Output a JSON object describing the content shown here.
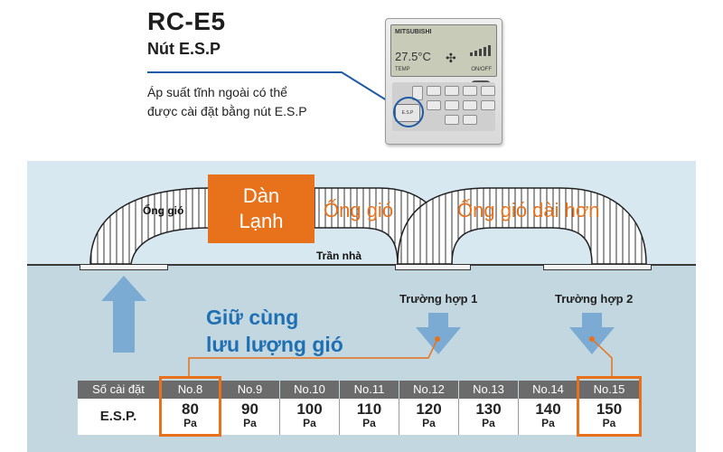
{
  "header": {
    "model": "RC-E5",
    "button_name": "Nút E.S.P",
    "description_line1": "Áp suất tĩnh ngoài có thể",
    "description_line2": "được cài đặt bằng nút E.S.P"
  },
  "remote": {
    "brand": "MITSUBISHI",
    "temperature": "27.5°C",
    "temp_label": "TEMP",
    "onoff_label": "ON/OFF",
    "esp_key_label": "E.S.P"
  },
  "diagram": {
    "indoor_unit_line1": "Dàn",
    "indoor_unit_line2": "Lạnh",
    "duct_left": "Ống gió",
    "duct_middle": "Ống gió",
    "duct_longer": "Ống gió dài hơn",
    "ceiling": "Trần nhà",
    "keep_line1": "Giữ cùng",
    "keep_line2": "lưu lượng gió",
    "case1": "Trường hợp 1",
    "case2": "Trường hợp 2"
  },
  "table": {
    "header_label": "Số cài đặt",
    "row_label": "E.S.P.",
    "settings": [
      "No.8",
      "No.9",
      "No.10",
      "No.11",
      "No.12",
      "No.13",
      "No.14",
      "No.15"
    ],
    "values": [
      "80",
      "90",
      "100",
      "110",
      "120",
      "130",
      "140",
      "150"
    ],
    "unit": "Pa",
    "highlighted": [
      "No.8",
      "No.15"
    ]
  },
  "colors": {
    "accent_orange": "#e8711c",
    "blue_text": "#1f6fb3",
    "arrow_blue": "#6fa3d0",
    "table_header": "#6b6b6b"
  }
}
